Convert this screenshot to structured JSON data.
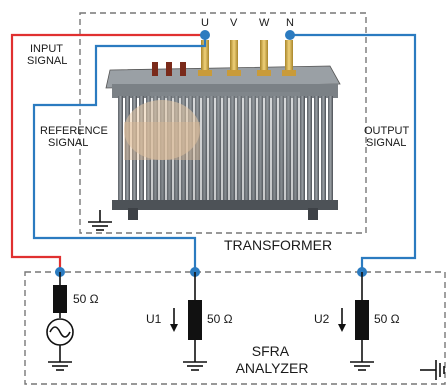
{
  "labels": {
    "input_signal": [
      "INPUT",
      "SIGNAL"
    ],
    "reference_signal": [
      "REFERENCE",
      "SIGNAL"
    ],
    "output_signal": [
      "OUTPUT",
      "SIGNAL"
    ],
    "transformer": "TRANSFORMER",
    "analyzer": [
      "SFRA",
      "ANALYZER"
    ]
  },
  "terminals": [
    "U",
    "V",
    "W",
    "N"
  ],
  "resistors": {
    "r1": "50 Ω",
    "r2": "50 Ω",
    "r3": "50 Ω"
  },
  "voltages": {
    "u1": "U1",
    "u2": "U2"
  },
  "colors": {
    "input_wire": "#e03030",
    "signal_wire": "#2b7bc0",
    "box_border": "#777777",
    "resistor": "#111111"
  },
  "icons": {
    "source": "ac-source-icon",
    "ground": "ground-icon",
    "arrow": "voltage-arrow-icon"
  }
}
